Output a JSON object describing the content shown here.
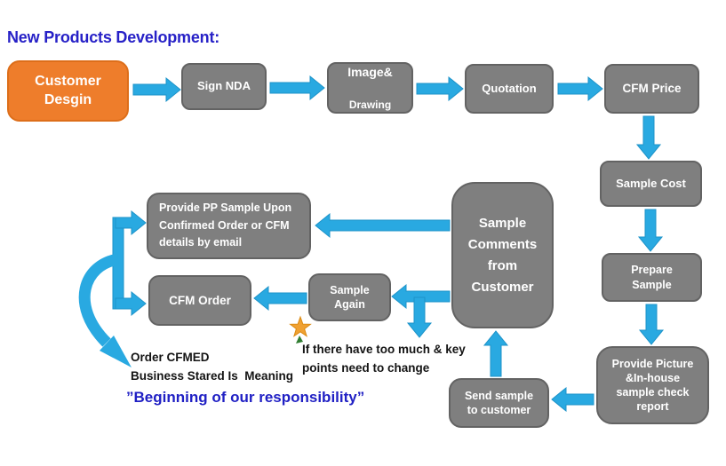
{
  "title": "New Products Development:",
  "nodes": {
    "customer_design": {
      "label": "Customer\nDesgin"
    },
    "sign_nda": {
      "label": "Sign NDA"
    },
    "image_drawing": {
      "line1": "Image&",
      "line2": "Drawing"
    },
    "quotation": {
      "label": "Quotation"
    },
    "cfm_price": {
      "label": "CFM Price"
    },
    "sample_cost": {
      "label": "Sample Cost"
    },
    "prepare_sample": {
      "label": "Prepare\nSample"
    },
    "provide_picture": {
      "label": "Provide Picture\n&In-house\nsample check\nreport"
    },
    "sample_comments": {
      "label": "Sample\nComments\nfrom\nCustomer"
    },
    "provide_pp_sample": {
      "label": "Provide PP Sample Upon\nConfirmed Order or CFM\ndetails by email"
    },
    "cfm_order": {
      "label": "CFM Order"
    },
    "sample_again": {
      "label": "Sample\nAgain"
    },
    "send_sample": {
      "label": "Send sample\nto customer"
    }
  },
  "notes": {
    "order_cfmed": "Order CFMED\nBusiness Stared Is  Meaning",
    "responsibility": "”Beginning of our responsibility”",
    "too_much_change": "If there have too much & key\npoints need to change"
  },
  "edges": [
    {
      "from": "customer_design",
      "to": "sign_nda"
    },
    {
      "from": "sign_nda",
      "to": "image_drawing"
    },
    {
      "from": "image_drawing",
      "to": "quotation"
    },
    {
      "from": "quotation",
      "to": "cfm_price"
    },
    {
      "from": "cfm_price",
      "to": "sample_cost"
    },
    {
      "from": "sample_cost",
      "to": "prepare_sample"
    },
    {
      "from": "prepare_sample",
      "to": "provide_picture"
    },
    {
      "from": "provide_picture",
      "to": "send_sample"
    },
    {
      "from": "send_sample",
      "to": "sample_comments"
    },
    {
      "from": "sample_comments",
      "to": "provide_pp_sample"
    },
    {
      "from": "sample_comments",
      "to": "sample_again"
    },
    {
      "from": "sample_comments",
      "to": "too_much_change_note"
    },
    {
      "from": "sample_again",
      "to": "cfm_order"
    },
    {
      "from": "provide_pp_sample",
      "to": "order_cfmed_note"
    },
    {
      "from": "cfm_order",
      "to": "order_cfmed_note"
    }
  ],
  "colors": {
    "title_blue": "#2721C7",
    "note_blue": "#2020C4",
    "box_gray": "#7F7F7F",
    "box_border": "#636363",
    "orange": "#EE7D2B",
    "arrow_blue": "#29A9E1",
    "star_gold": "#F0A132",
    "wedge_green": "#2F7D31"
  }
}
